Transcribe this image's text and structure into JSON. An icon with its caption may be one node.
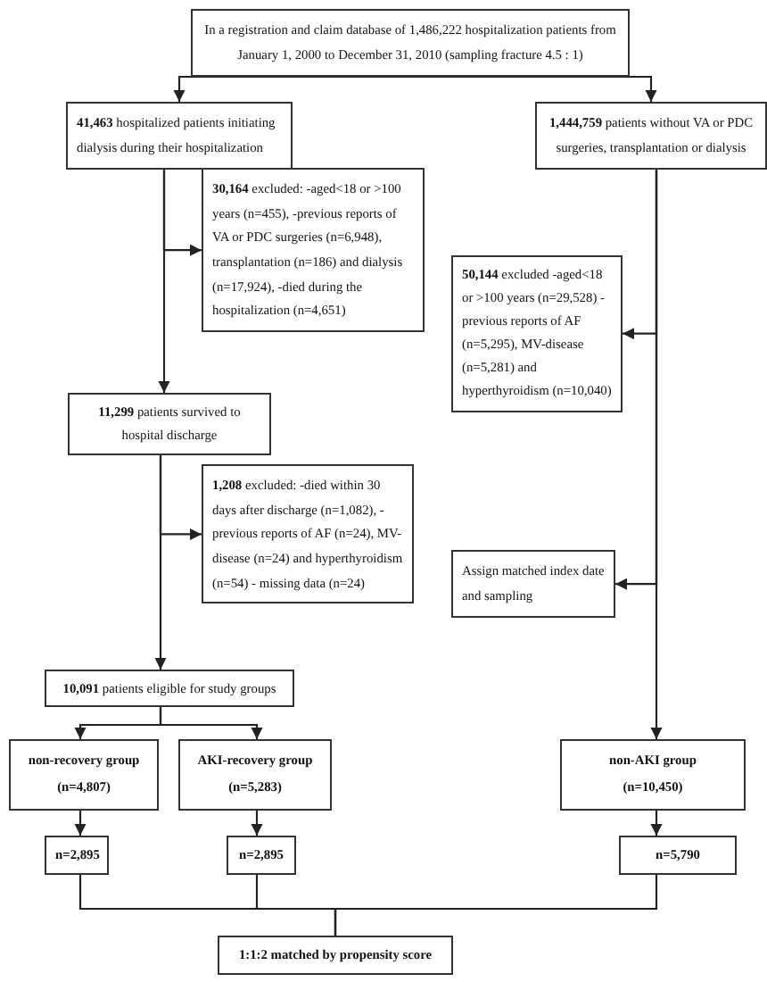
{
  "diagram": {
    "nodes": [
      {
        "text": [
          "In a registration and claim database of 1,486,222 hospitalization patients from January 1, 2000 to December 31, 2010 (sampling fracture 4.5 : 1)"
        ]
      },
      {
        "text": [
          "**41,463** hospitalized patients initiating dialysis during their hospitalization"
        ]
      },
      {
        "text": [
          "**1,444,759** patients without VA or PDC surgeries, transplantation or dialysis"
        ]
      },
      {
        "text": [
          "**30,164** excluded: -aged<18 or >100 years (n=455), -previous reports of VA or PDC surgeries (n=6,948), transplantation (n=186) and dialysis (n=17,924), -died during the hospitalization (n=4,651)"
        ]
      },
      {
        "text": [
          "**50,144** excluded -aged<18 or >100 years (n=29,528) -previous reports of AF (n=5,295), MV-disease (n=5,281) and hyperthyroidism (n=10,040)"
        ]
      },
      {
        "text": [
          "**11,299** patients survived to hospital discharge"
        ]
      },
      {
        "text": [
          "**1,208** excluded: -died within 30 days after discharge (n=1,082), -previous reports of AF (n=24), MV-disease (n=24) and hyperthyroidism (n=54) - missing data (n=24)"
        ]
      },
      {
        "text": [
          "Assign matched index date and sampling"
        ]
      },
      {
        "text": [
          "**10,091** patients eligible for study groups"
        ]
      },
      {
        "text": [
          "non-recovery group",
          "(n=4,807)"
        ]
      },
      {
        "text": [
          "AKI-recovery group",
          "(n=5,283)"
        ]
      },
      {
        "text": [
          "non-AKI group",
          "(n=10,450)"
        ]
      },
      {
        "text": [
          "n=2,895"
        ]
      },
      {
        "text": [
          "n=2,895"
        ]
      },
      {
        "text": [
          "n=5,790"
        ]
      },
      {
        "text": [
          "1:1:2 matched by propensity score"
        ]
      }
    ],
    "edges": [
      {
        "from": 0,
        "to": 1,
        "arrow": "to"
      },
      {
        "from": 0,
        "to": 2,
        "arrow": "to"
      },
      {
        "from": 1,
        "to": 3,
        "arrow": "to"
      },
      {
        "from": 1,
        "to": 5,
        "arrow": "to"
      },
      {
        "from": 2,
        "to": 4,
        "arrow": "to"
      },
      {
        "from": 2,
        "to": 7,
        "arrow": "to"
      },
      {
        "from": 2,
        "to": 11,
        "arrow": "to"
      },
      {
        "from": 5,
        "to": 6,
        "arrow": "to"
      },
      {
        "from": 5,
        "to": 8,
        "arrow": "to"
      },
      {
        "from": 8,
        "to": 9,
        "arrow": "to"
      },
      {
        "from": 8,
        "to": 10,
        "arrow": "to"
      },
      {
        "from": 9,
        "to": 12,
        "arrow": "to"
      },
      {
        "from": 10,
        "to": 13,
        "arrow": "to"
      },
      {
        "from": 11,
        "to": 14,
        "arrow": "to"
      },
      {
        "from": 12,
        "to": 15,
        "arrow": "none"
      },
      {
        "from": 13,
        "to": 15,
        "arrow": "none"
      },
      {
        "from": 14,
        "to": 15,
        "arrow": "none"
      }
    ]
  }
}
